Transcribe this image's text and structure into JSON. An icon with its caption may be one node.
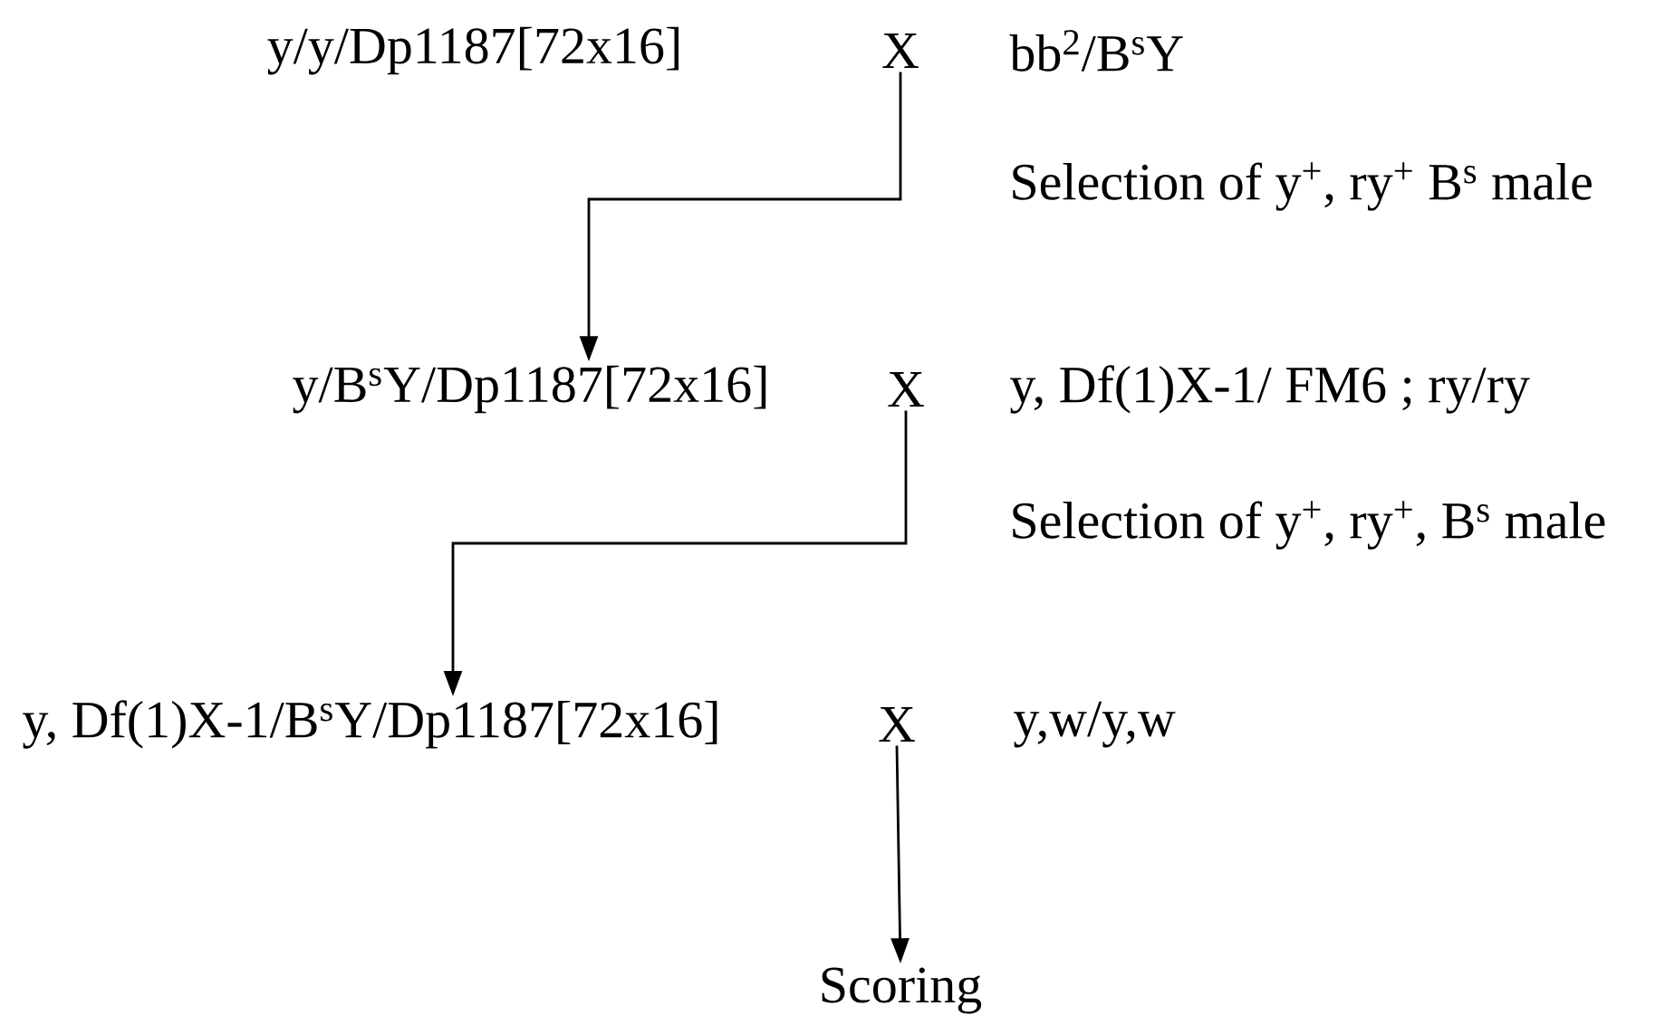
{
  "diagram": {
    "nodes": [
      {
        "text": [
          "y/y/Dp1187[72x16]"
        ]
      },
      {
        "text": [
          "X"
        ]
      },
      {
        "text": [
          "bb$^{2}$/B$^{s}$Y"
        ]
      },
      {
        "text": [
          "y/B$^{s}$Y/Dp1187[72x16]"
        ]
      },
      {
        "text": [
          "X"
        ]
      },
      {
        "text": [
          "y, Df(1)X-1/ FM6 ; ry/ry"
        ]
      },
      {
        "text": [
          "y, Df(1)X-1/B$^{s}$Y/Dp1187[72x16]"
        ]
      },
      {
        "text": [
          "X"
        ]
      },
      {
        "text": [
          "y,w/y,w"
        ]
      },
      {
        "text": [
          "Scoring"
        ]
      }
    ],
    "edges": [
      {
        "from": 1,
        "to": 3,
        "arrow": "to",
        "label": "Selection of y$^{+}$, ry$^{+}$ B$^{s}$ male"
      },
      {
        "from": 4,
        "to": 6,
        "arrow": "to",
        "label": "Selection of y$^{+}$, ry$^{+}$, B$^{s}$ male"
      },
      {
        "from": 7,
        "to": 9,
        "arrow": "to"
      }
    ]
  }
}
